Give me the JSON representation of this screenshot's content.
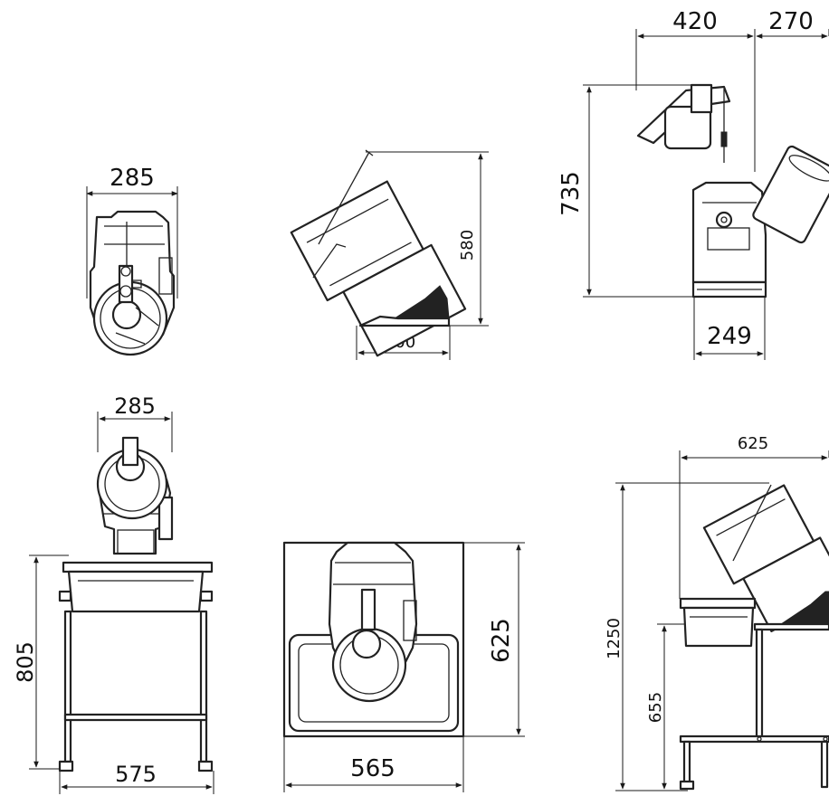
{
  "dimensions": {
    "top_view_width": "285",
    "side_view_height": "580",
    "side_view_depth": "300",
    "open_view_width_left": "420",
    "open_view_width_right": "270",
    "open_view_height": "735",
    "open_view_base_width": "249",
    "stand_front_width": "285",
    "stand_front_height": "805",
    "stand_front_base_width": "575",
    "stand_top_depth": "625",
    "stand_top_width": "565",
    "stand_side_width": "625",
    "stand_side_total_height": "1250",
    "stand_side_table_height": "655"
  }
}
